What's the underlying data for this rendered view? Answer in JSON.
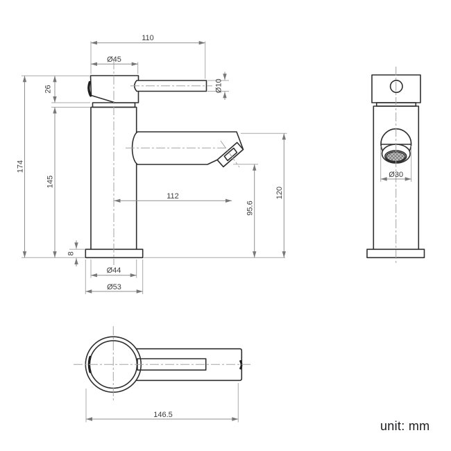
{
  "page": {
    "background": "#ffffff",
    "unit_label": "unit: mm"
  },
  "drawing": {
    "colors": {
      "object_line": "#2e2e2e",
      "dimension_line": "#8f8f8f",
      "dimension_text": "#3c3c3c",
      "centerline": "#a3a3a3",
      "hatch_fill": "#c6c6c6",
      "hatch_line": "#6f6f6f",
      "unit_text": "#1c1c1e"
    },
    "views": {
      "front": {
        "dims": {
          "lever_length": "110",
          "handle_diameter": "Ø45",
          "lever_diameter": "Ø10",
          "handle_height": "26",
          "total_height": "174",
          "body_height": "145",
          "spout_reach": "112",
          "outlet_height": "95.6",
          "spout_top_height": "120",
          "base_height": "8",
          "body_diameter": "Ø44",
          "base_diameter": "Ø53"
        }
      },
      "side": {
        "dims": {
          "aerator_diameter": "Ø30"
        }
      },
      "top": {
        "dims": {
          "overall_length": "146.5"
        }
      }
    }
  }
}
